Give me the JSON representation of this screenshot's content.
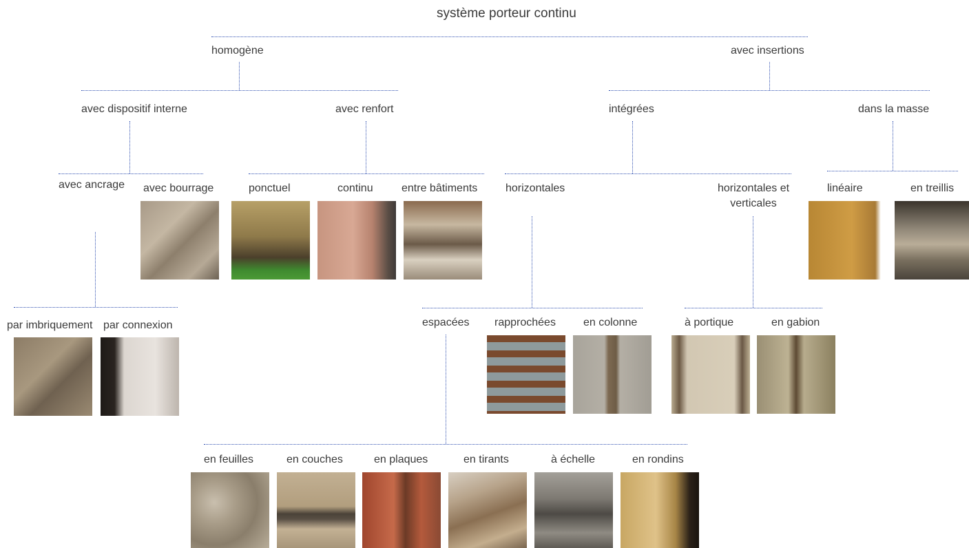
{
  "title": "système porteur continu",
  "level1": {
    "homogene": "homogène",
    "insertions": "avec insertions"
  },
  "level2": {
    "dispositif_interne": "avec dispositif interne",
    "renfort": "avec renfort",
    "integrees": "intégrées",
    "masse": "dans la masse"
  },
  "level3": {
    "ancrage": "avec ancrage",
    "bourrage": "avec bourrage",
    "ponctuel": "ponctuel",
    "continu": "continu",
    "entre_batiments": "entre bâtiments",
    "horizontales": "horizontales",
    "horiz_vert_1": "horizontales et",
    "horiz_vert_2": "verticales",
    "lineaire": "linéaire",
    "treillis": "en treillis"
  },
  "level4": {
    "imbriquement": "par imbriquement",
    "connexion": "par connexion",
    "espacees": "espacées",
    "rapprochees": "rapprochées",
    "colonne": "en colonne",
    "portique": "à portique",
    "gabion": "en gabion"
  },
  "level5": {
    "feuilles": "en feuilles",
    "couches": "en couches",
    "plaques": "en plaques",
    "tirants": "en tirants",
    "echelle": "à échelle",
    "rondins": "en rondins"
  },
  "colors": {
    "connector": "#2f4fb0",
    "text": "#3a3a3a"
  }
}
